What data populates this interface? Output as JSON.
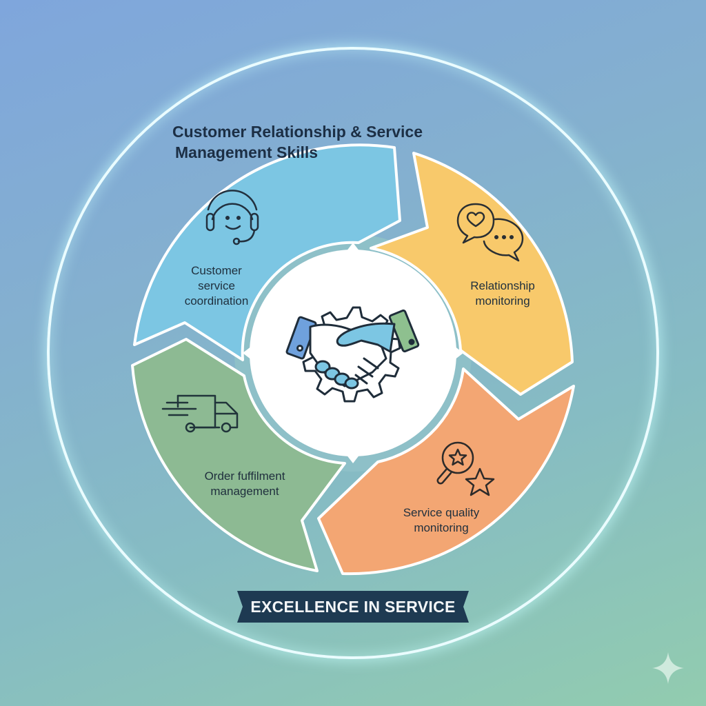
{
  "title": {
    "line1": "Customer Relationship & Service",
    "line2": "Management Skills"
  },
  "segments": [
    {
      "id": "customer-service",
      "label_lines": [
        "Customer",
        "service",
        "coordination"
      ],
      "icon": "headset-smiley-icon",
      "color": "#7cc6e3"
    },
    {
      "id": "relationship",
      "label_lines": [
        "Relationship",
        "monitoring"
      ],
      "icon": "chat-bubbles-heart-icon",
      "color": "#f8c96b"
    },
    {
      "id": "service-quality",
      "label_lines": [
        "Service quality",
        "monitoring"
      ],
      "icon": "magnifier-star-icon",
      "color": "#f3a673"
    },
    {
      "id": "order-fulfillment",
      "label_lines": [
        "Order fuffilment",
        "management"
      ],
      "icon": "delivery-truck-icon",
      "color": "#8dba93"
    }
  ],
  "center": {
    "icon": "handshake-gear-icon"
  },
  "banner": {
    "text": "EXCELLENCE IN SERVICE",
    "color": "#1e3a52"
  },
  "colors": {
    "ring_band": "#8fbfc6",
    "outline": "#2b3a44",
    "text_dark": "#1c2f45"
  },
  "watermark": {
    "icon": "sparkle-icon"
  }
}
